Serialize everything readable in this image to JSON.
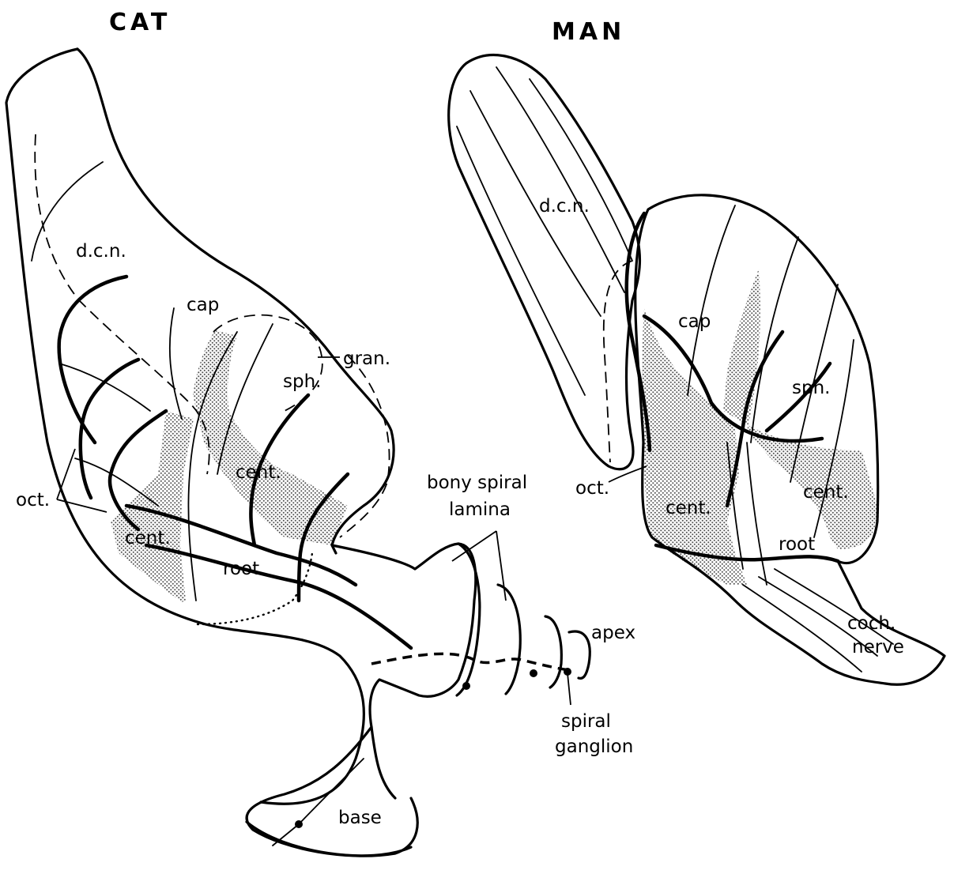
{
  "panels": {
    "cat": {
      "title": "CAT",
      "labels": {
        "dcn": "d.c.n.",
        "cap": "cap",
        "gran": "gran.",
        "sph": "sph.",
        "cent_upper": "cent.",
        "cent_lower": "cent.",
        "oct": "oct.",
        "root": "root",
        "bony_line1": "bony spiral",
        "bony_line2": "lamina",
        "apex": "apex",
        "ganglion_line1": "spiral",
        "ganglion_line2": "ganglion",
        "base": "base"
      }
    },
    "man": {
      "title": "MAN",
      "labels": {
        "dcn": "d.c.n.",
        "cap": "cap",
        "sph": "sph.",
        "oct": "oct.",
        "cent_left": "cent.",
        "cent_right": "cent.",
        "root": "root",
        "nerve_line1": "coch.",
        "nerve_line2": "nerve"
      }
    }
  },
  "colors": {
    "ink": "#000000",
    "paper": "#ffffff",
    "stipple": "#9a9a9a"
  }
}
